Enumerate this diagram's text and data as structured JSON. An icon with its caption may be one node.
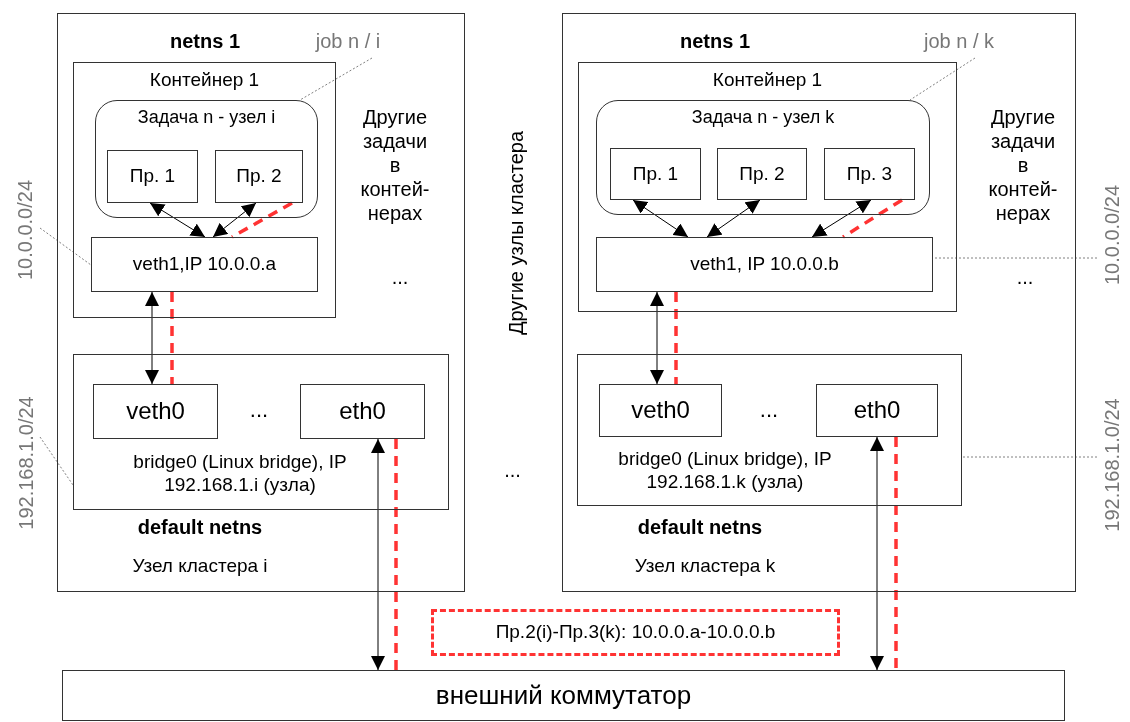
{
  "diagram": {
    "nodes": [
      {
        "text": [
          "netns 1",
          "Другие задачи в контей- нерах",
          "...",
          "default netns",
          "Узел кластера i"
        ]
      },
      {
        "text": [
          "Контейнер 1"
        ],
        "in": 0
      },
      {
        "text": [
          "Задача n - узел i"
        ],
        "in": 1
      },
      {
        "text": [
          "Пр. 1"
        ],
        "in": 2
      },
      {
        "text": [
          "Пр. 2"
        ],
        "in": 2
      },
      {
        "text": [
          "veth1,IP 10.0.0.a"
        ],
        "in": 1
      },
      {
        "text": [
          "...",
          "bridge0 (Linux bridge), IP 192.168.1.i (узла)"
        ],
        "in": 0
      },
      {
        "text": [
          "veth0"
        ],
        "in": 6
      },
      {
        "text": [
          "eth0"
        ],
        "in": 6
      },
      {
        "text": [
          "job n / i"
        ],
        "in": 0
      },
      {
        "text": [
          "10.0.0.0/24"
        ]
      },
      {
        "text": [
          "192.168.1.0/24"
        ]
      },
      {
        "text": [
          "netns 1",
          "Другие задачи в контей- нерах",
          "...",
          "default netns",
          "Узел кластера k"
        ]
      },
      {
        "text": [
          "Контейнер 1"
        ],
        "in": 12
      },
      {
        "text": [
          "Задача n - узел k"
        ],
        "in": 13
      },
      {
        "text": [
          "Пр. 1"
        ],
        "in": 14
      },
      {
        "text": [
          "Пр. 2"
        ],
        "in": 14
      },
      {
        "text": [
          "Пр. 3"
        ],
        "in": 14
      },
      {
        "text": [
          "veth1, IP 10.0.0.b"
        ],
        "in": 13
      },
      {
        "text": [
          "...",
          "bridge0 (Linux bridge), IP 192.168.1.k (узла)"
        ],
        "in": 12
      },
      {
        "text": [
          "veth0"
        ],
        "in": 19
      },
      {
        "text": [
          "eth0"
        ],
        "in": 19
      },
      {
        "text": [
          "job n / k"
        ],
        "in": 12
      },
      {
        "text": [
          "10.0.0.0/24"
        ]
      },
      {
        "text": [
          "192.168.1.0/24"
        ]
      },
      {
        "text": [
          "Пр.2(i)-Пр.3(k): 10.0.0.a-10.0.0.b"
        ]
      },
      {
        "text": [
          "внешний коммутатор"
        ]
      }
    ],
    "edges": [
      {
        "from": 3,
        "to": 5,
        "arrow": "both"
      },
      {
        "from": 4,
        "to": 5,
        "arrow": "both"
      },
      {
        "from": 4,
        "to": 5,
        "arrow": "none",
        "style": "dashed",
        "color": "#ff3333"
      },
      {
        "from": 5,
        "to": 7,
        "arrow": "both"
      },
      {
        "from": 5,
        "to": 7,
        "arrow": "none",
        "style": "dashed",
        "color": "#ff3333"
      },
      {
        "from": 8,
        "to": 26,
        "arrow": "both"
      },
      {
        "from": 8,
        "to": 26,
        "arrow": "none",
        "style": "dashed",
        "color": "#ff3333"
      },
      {
        "from": 15,
        "to": 18,
        "arrow": "both"
      },
      {
        "from": 16,
        "to": 18,
        "arrow": "both"
      },
      {
        "from": 17,
        "to": 18,
        "arrow": "both"
      },
      {
        "from": 17,
        "to": 18,
        "arrow": "none",
        "style": "dashed",
        "color": "#ff3333"
      },
      {
        "from": 18,
        "to": 20,
        "arrow": "both"
      },
      {
        "from": 18,
        "to": 20,
        "arrow": "none",
        "style": "dashed",
        "color": "#ff3333"
      },
      {
        "from": 21,
        "to": 26,
        "arrow": "both"
      },
      {
        "from": 21,
        "to": 26,
        "arrow": "none",
        "style": "dashed",
        "color": "#ff3333"
      },
      {
        "from": 9,
        "to": 2,
        "arrow": "none",
        "style": "dashed",
        "color": "#808080"
      },
      {
        "from": 22,
        "to": 14,
        "arrow": "none",
        "style": "dashed",
        "color": "#808080"
      },
      {
        "from": 10,
        "to": 5,
        "arrow": "none",
        "style": "dashed",
        "color": "#808080"
      },
      {
        "from": 11,
        "to": 6,
        "arrow": "none",
        "style": "dashed",
        "color": "#808080"
      },
      {
        "from": 23,
        "to": 18,
        "arrow": "none",
        "style": "dashed",
        "color": "#808080"
      },
      {
        "from": 24,
        "to": 19,
        "arrow": "none",
        "style": "dashed",
        "color": "#808080"
      }
    ],
    "labels": [
      "Другие узлы кластера",
      "..."
    ]
  }
}
